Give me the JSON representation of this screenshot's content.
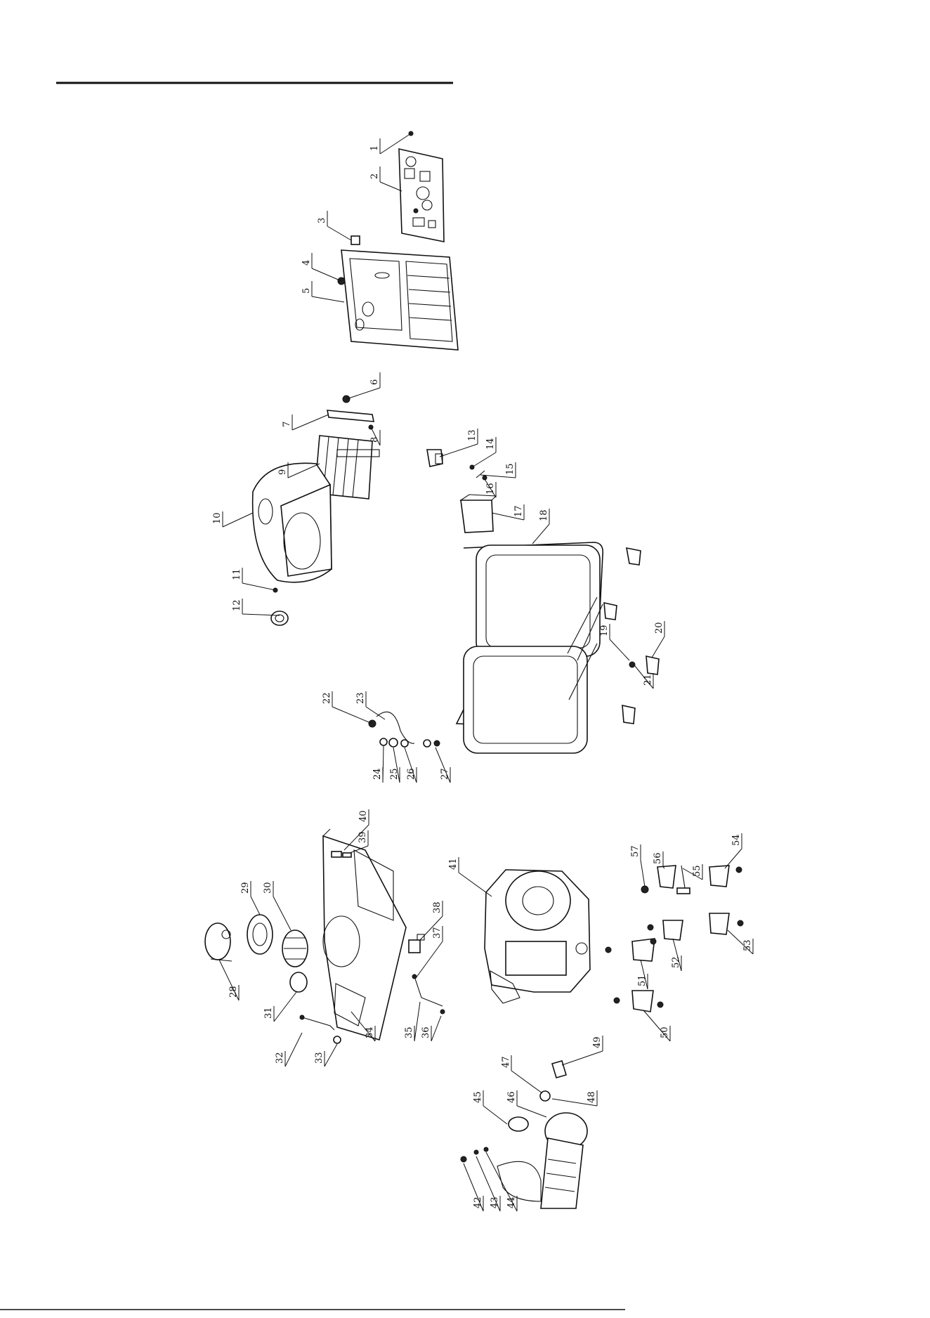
{
  "diagram": {
    "type": "exploded-parts-diagram",
    "callouts": [
      "1",
      "2",
      "3",
      "4",
      "5",
      "6",
      "7",
      "8",
      "9",
      "10",
      "11",
      "12",
      "13",
      "14",
      "15",
      "16",
      "17",
      "18",
      "19",
      "20",
      "21",
      "22",
      "23",
      "24",
      "25",
      "26",
      "27",
      "28",
      "29",
      "30",
      "31",
      "32",
      "33",
      "34",
      "35",
      "36",
      "37",
      "38",
      "39",
      "40",
      "41",
      "42",
      "43",
      "44",
      "45",
      "46",
      "47",
      "48",
      "49",
      "50",
      "51",
      "52",
      "53",
      "54",
      "55",
      "56",
      "57"
    ]
  },
  "colors": {
    "line": "#111111",
    "background": "#ffffff"
  }
}
